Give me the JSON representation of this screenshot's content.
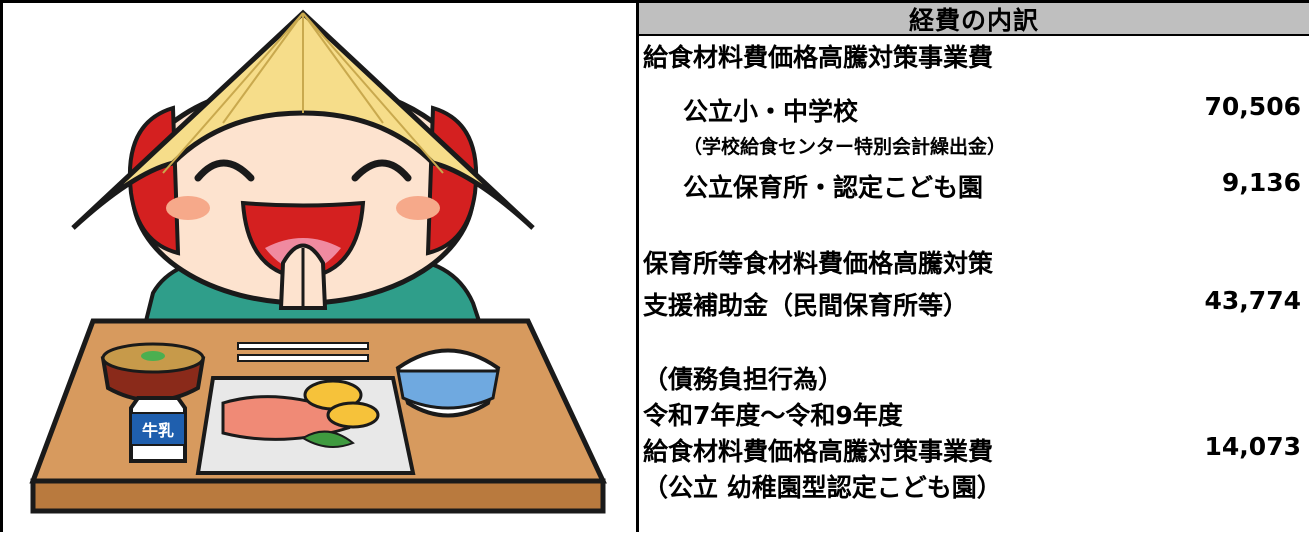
{
  "header": {
    "title": "経費の内訳"
  },
  "items": [
    {
      "label": "給食材料費価格高騰対策事業費",
      "value": ""
    },
    {
      "label": "公立小・中学校",
      "value": "70,506"
    },
    {
      "label": "（学校給食センター特別会計繰出金）",
      "value": ""
    },
    {
      "label": "公立保育所・認定こども園",
      "value": "9,136"
    },
    {
      "label": "保育所等食材料費価格高騰対策",
      "value": ""
    },
    {
      "label": "支援補助金（民間保育所等）",
      "value": "43,774"
    },
    {
      "label": "（債務負担行為）",
      "value": ""
    },
    {
      "label": "令和7年度～令和9年度",
      "value": ""
    },
    {
      "label": "給食材料費価格高騰対策事業費",
      "value": "14,073"
    },
    {
      "label": "（公立 幼稚園型認定こども園）",
      "value": ""
    }
  ],
  "illustration": {
    "carton_label": "牛乳"
  },
  "colors": {
    "header_bg": "#bfbfbf",
    "hat": "#f6dd8a",
    "hat_band": "#d42020",
    "skin": "#fde3cf",
    "shirt": "#2f9e8a",
    "table": "#d79a5e",
    "carton_blue": "#1f5fae"
  }
}
